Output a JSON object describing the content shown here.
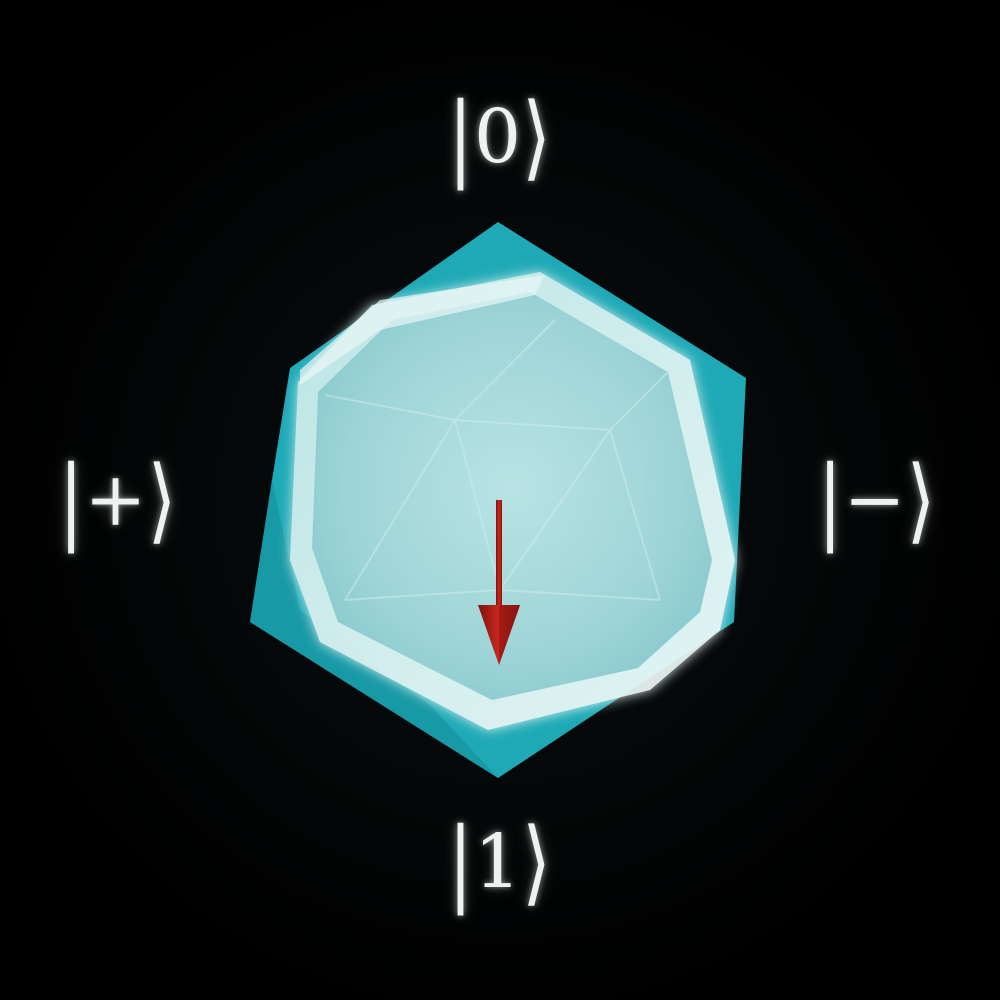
{
  "diagram": {
    "kets": {
      "top": "0",
      "bottom": "1",
      "left": "+",
      "right": "−"
    },
    "ket_bar": "|",
    "ket_angle": "⟩",
    "colors": {
      "background": "#000000",
      "polyhedron_outer": "#1fa9b6",
      "polyhedron_inner": "#9fd6d8",
      "arrow": "#b8221c",
      "label": "#eef2f1"
    },
    "arrow_state": "1"
  }
}
